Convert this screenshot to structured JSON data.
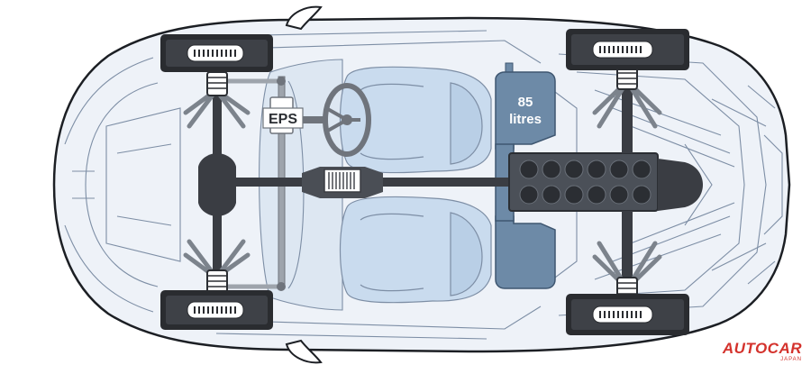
{
  "labels": {
    "eps": "EPS",
    "fuel_capacity": "85",
    "fuel_unit": "litres"
  },
  "logo": {
    "main": "AUTOCAR",
    "sub": "JAPAN"
  },
  "colors": {
    "body_outline": "#1c1f24",
    "body_line": "#7d8ea5",
    "body_fill": "#eef2f8",
    "glass_fill": "#dde7f2",
    "seat_fill": "#c9dbee",
    "drivetrain": "#3a3d43",
    "steering": "#6f747c",
    "fuel_tank": "#6d8aa7",
    "tyre": "#2a2c30",
    "logo_red": "#d4322c"
  }
}
